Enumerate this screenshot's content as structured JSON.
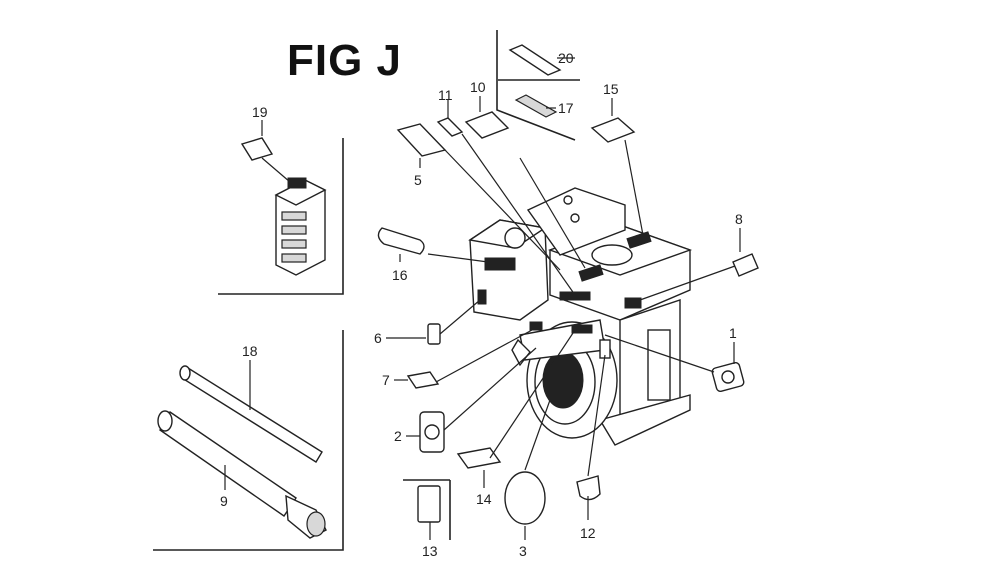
{
  "title": "FIG J",
  "callouts": {
    "c1": "1",
    "c2": "2",
    "c3": "3",
    "c5": "5",
    "c6": "6",
    "c7": "7",
    "c8": "8",
    "c9": "9",
    "c10": "10",
    "c11": "11",
    "c12": "12",
    "c13": "13",
    "c14": "14",
    "c15": "15",
    "c16": "16",
    "c17": "17",
    "c18": "18",
    "c19": "19",
    "c20": "20"
  }
}
